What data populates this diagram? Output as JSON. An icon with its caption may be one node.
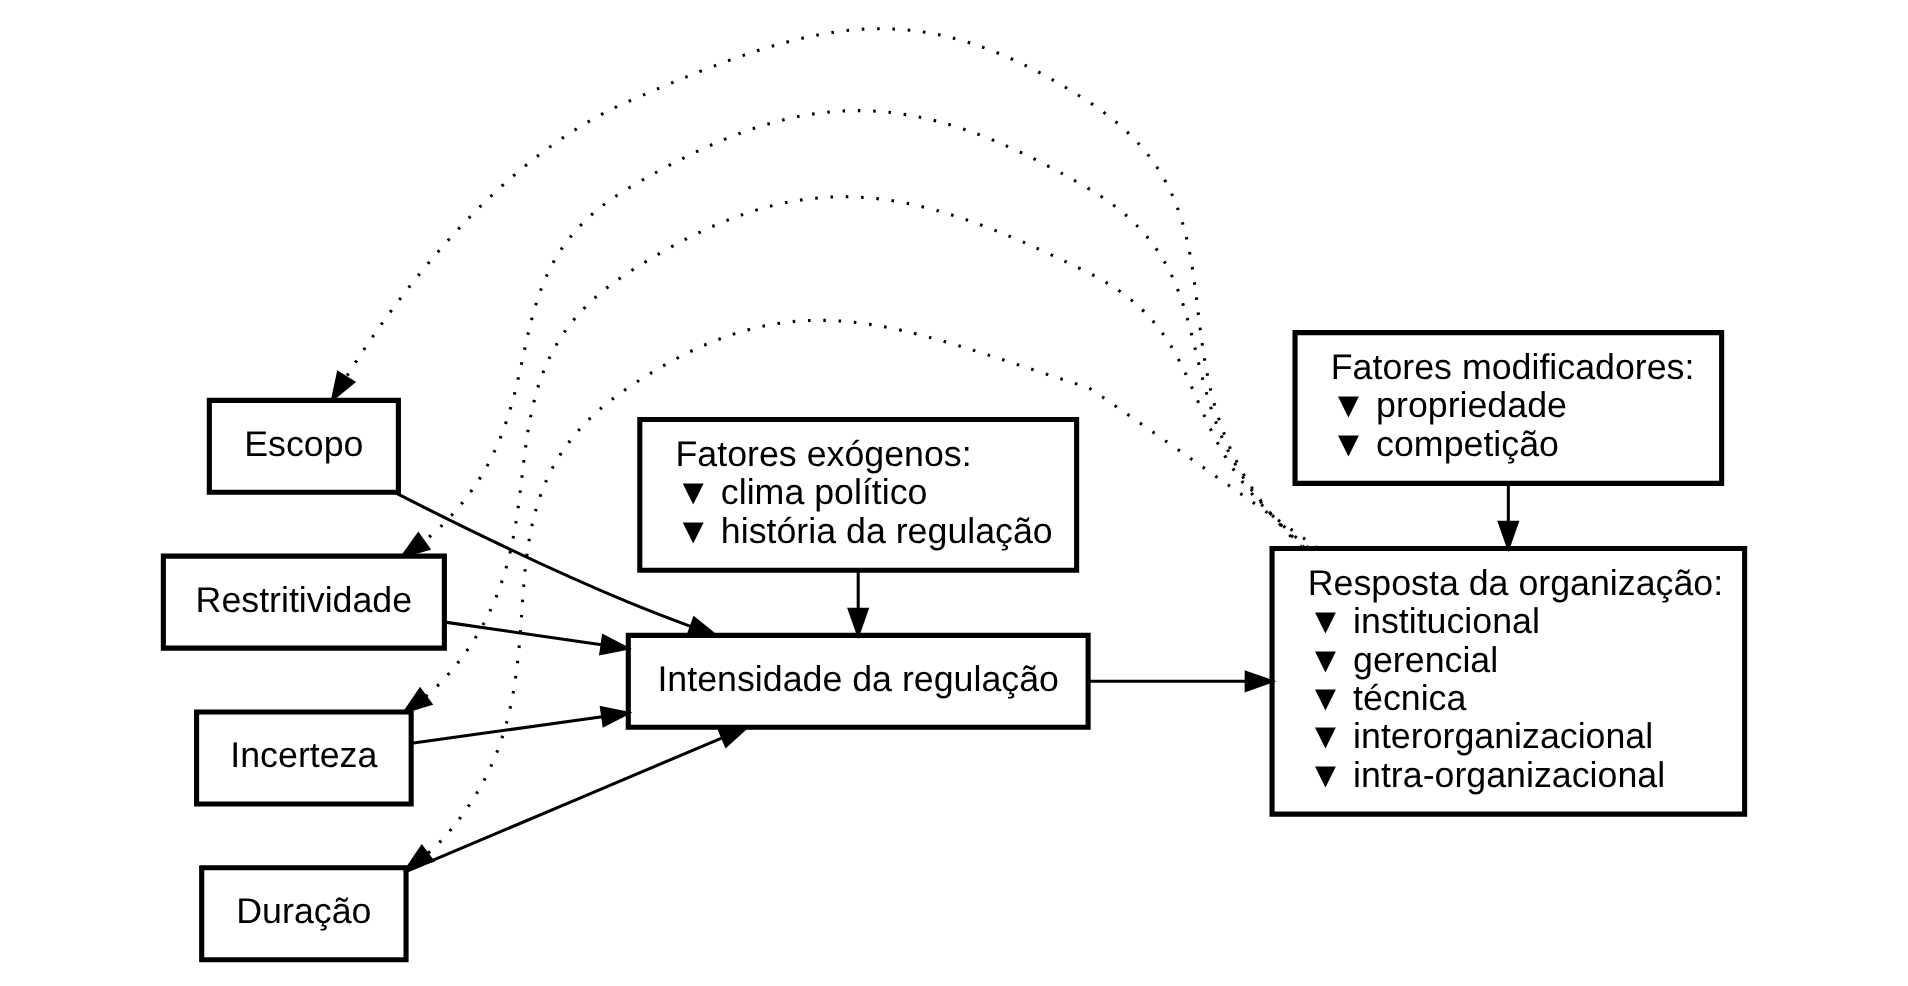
{
  "diagram": {
    "nodes": [
      {
        "text": [
          "Escopo"
        ]
      },
      {
        "text": [
          "Restritividade"
        ]
      },
      {
        "text": [
          "Incerteza"
        ]
      },
      {
        "text": [
          "Duração"
        ]
      },
      {
        "text": [
          "Intensidade da regulação"
        ]
      },
      {
        "text": [
          "Fatores exógenos:",
          "▼ clima político",
          "▼ história da regulação"
        ]
      },
      {
        "text": [
          "Resposta da organização:",
          "▼ institucional",
          "▼ gerencial",
          "▼ técnica",
          "▼ interorganizacional",
          "▼ intra-organizacional"
        ]
      },
      {
        "text": [
          "Fatores modificadores:",
          "▼ propriedade",
          "▼ competição"
        ]
      }
    ],
    "edges": [
      {
        "from": 0,
        "to": 4,
        "arrow": "to"
      },
      {
        "from": 1,
        "to": 4,
        "arrow": "to"
      },
      {
        "from": 2,
        "to": 4,
        "arrow": "to"
      },
      {
        "from": 3,
        "to": 4,
        "arrow": "to"
      },
      {
        "from": 5,
        "to": 4,
        "arrow": "to"
      },
      {
        "from": 4,
        "to": 6,
        "arrow": "to"
      },
      {
        "from": 7,
        "to": 6,
        "arrow": "to"
      },
      {
        "from": 6,
        "to": 0,
        "arrow": "to",
        "style": "dashed"
      },
      {
        "from": 6,
        "to": 1,
        "arrow": "to",
        "style": "dashed"
      },
      {
        "from": 6,
        "to": 2,
        "arrow": "to",
        "style": "dashed"
      },
      {
        "from": 6,
        "to": 3,
        "arrow": "to",
        "style": "dashed"
      }
    ]
  }
}
